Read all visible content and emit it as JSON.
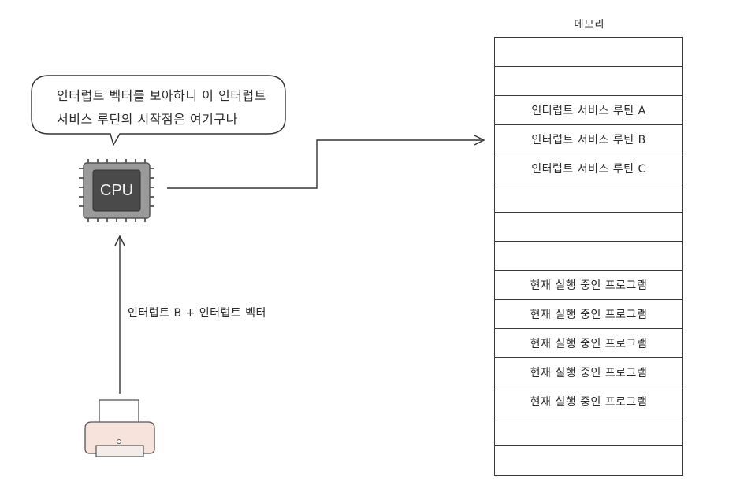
{
  "speech_bubble": {
    "line1": "인터럽트 벡터를 보아하니 이 인터럽트",
    "line2": "서비스 루틴의 시작점은 여기구나"
  },
  "cpu": {
    "label": "CPU"
  },
  "interrupt_arrow": {
    "label": "인터럽트 B + 인터럽트 벡터"
  },
  "memory": {
    "title": "메모리",
    "rows": [
      "",
      "",
      "인터럽트 서비스 루틴 A",
      "인터럽트 서비스 루틴 B",
      "인터럽트 서비스 루틴 C",
      "",
      "",
      "",
      "현재 실행 중인 프로그램",
      "현재 실행 중인 프로그램",
      "현재 실행 중인 프로그램",
      "현재 실행 중인 프로그램",
      "현재 실행 중인 프로그램",
      "",
      ""
    ]
  },
  "icons": [
    "cpu-chip-icon",
    "printer-icon"
  ],
  "colors": {
    "line": "#333333",
    "cpu_body": "#9a9a9a",
    "cpu_core": "#4a4a4a",
    "printer_body": "#f6e3dc"
  }
}
